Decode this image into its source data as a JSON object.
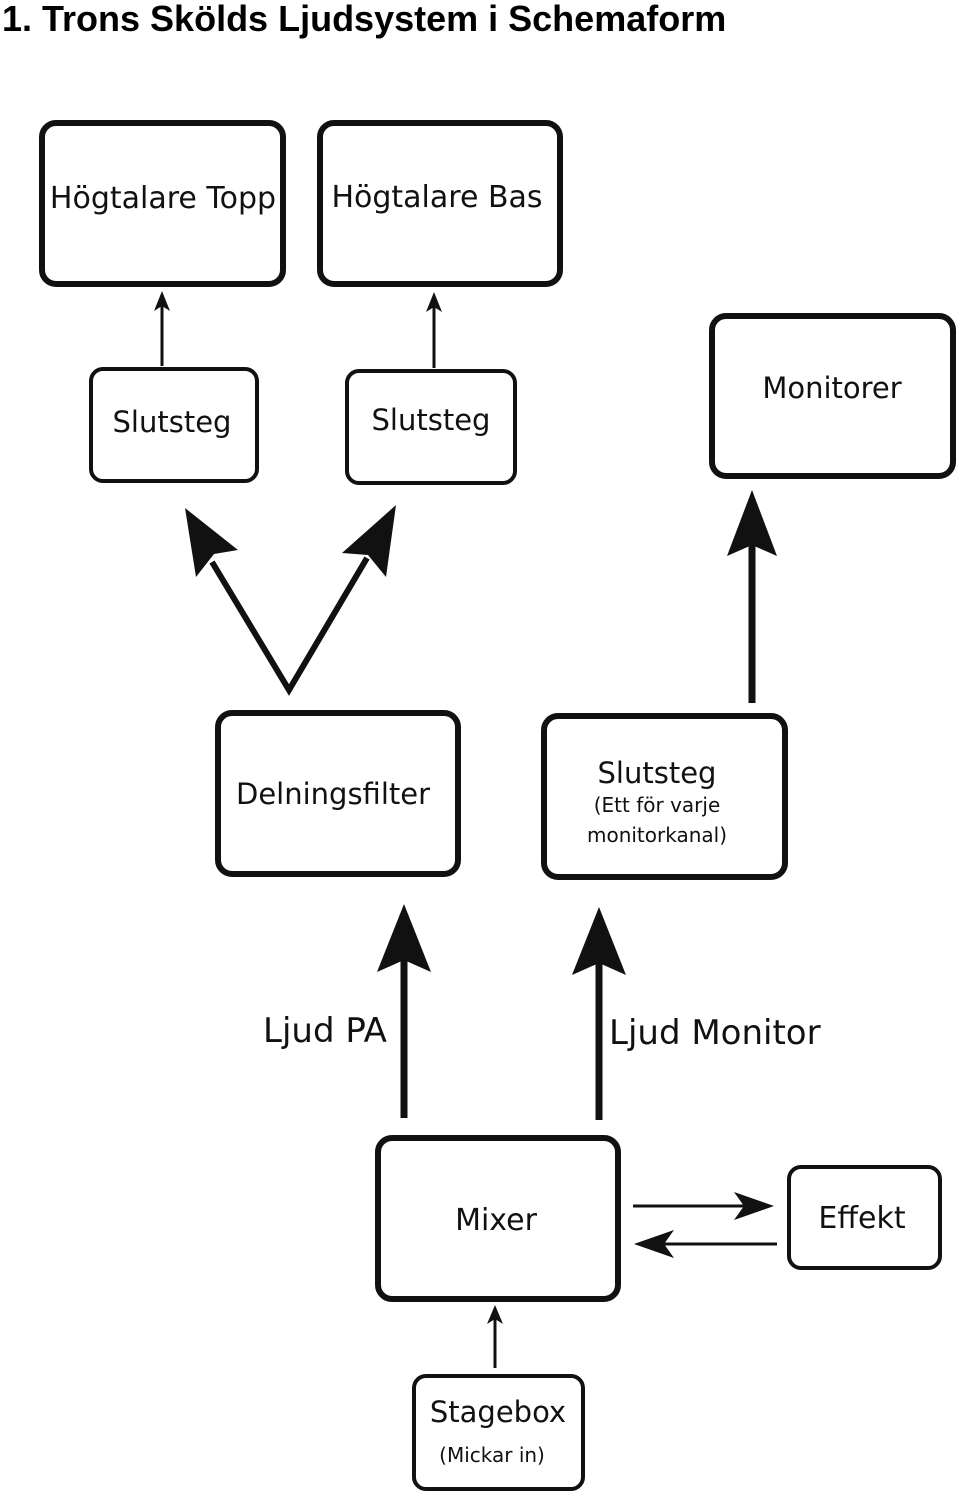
{
  "title": "1. Trons Skölds Ljudsystem i Schemaform",
  "nodes": {
    "hogtalare_topp": {
      "label": "Högtalare Topp"
    },
    "hogtalare_bas": {
      "label": "Högtalare Bas"
    },
    "slutsteg_topp": {
      "label": "Slutsteg"
    },
    "slutsteg_bas": {
      "label": "Slutsteg"
    },
    "monitorer": {
      "label": "Monitorer"
    },
    "delningsfilter": {
      "label": "Delningsfilter"
    },
    "slutsteg_monitor": {
      "label": "Slutsteg",
      "sub1": "(Ett för varje",
      "sub2": "monitorkanal)"
    },
    "mixer": {
      "label": "Mixer"
    },
    "effekt": {
      "label": "Effekt"
    },
    "stagebox": {
      "label": "Stagebox",
      "sub": "(Mickar in)"
    }
  },
  "flows": {
    "ljud_pa": "Ljud PA",
    "ljud_monitor": "Ljud Monitor"
  },
  "edges": [
    {
      "from": "stagebox",
      "to": "mixer"
    },
    {
      "from": "mixer",
      "to": "effekt"
    },
    {
      "from": "effekt",
      "to": "mixer"
    },
    {
      "from": "mixer",
      "to": "delningsfilter",
      "label": "Ljud PA"
    },
    {
      "from": "mixer",
      "to": "slutsteg_monitor",
      "label": "Ljud Monitor"
    },
    {
      "from": "delningsfilter",
      "to": "slutsteg_topp"
    },
    {
      "from": "delningsfilter",
      "to": "slutsteg_bas"
    },
    {
      "from": "slutsteg_monitor",
      "to": "monitorer"
    },
    {
      "from": "slutsteg_topp",
      "to": "hogtalare_topp"
    },
    {
      "from": "slutsteg_bas",
      "to": "hogtalare_bas"
    }
  ]
}
